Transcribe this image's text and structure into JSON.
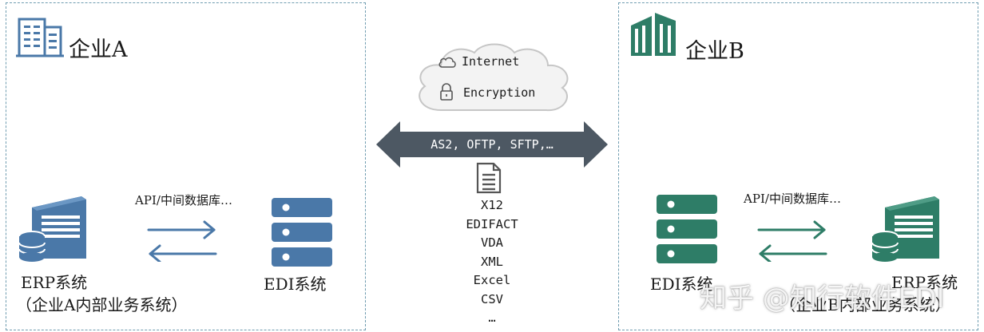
{
  "colors": {
    "company_a_accent": "#4a78a8",
    "company_b_accent": "#2e7d67",
    "protocol_arrow": "#4d5863",
    "panel_border": "#6f9cb0",
    "cloud_fill": "#f3f3f3"
  },
  "company_a": {
    "title": "企业A",
    "building_icon": "office-building-outline-icon",
    "integration_label": "API/中间数据库…",
    "erp_label": "ERP系统",
    "erp_sublabel": "（企业A内部业务系统）",
    "edi_label": "EDI系统"
  },
  "company_b": {
    "title": "企业B",
    "building_icon": "office-building-solid-icon",
    "integration_label": "API/中间数据库…",
    "erp_label": "ERP系统",
    "erp_sublabel": "（企业B内部业务系统）",
    "edi_label": "EDI系统"
  },
  "middle": {
    "cloud_items": [
      "Internet",
      "Encryption"
    ],
    "protocols": "AS2, OFTP, SFTP,…",
    "formats": [
      "X12",
      "EDIFACT",
      "VDA",
      "XML",
      "Excel",
      "CSV",
      "…"
    ]
  },
  "watermark": "知乎 @知行软件EDI"
}
